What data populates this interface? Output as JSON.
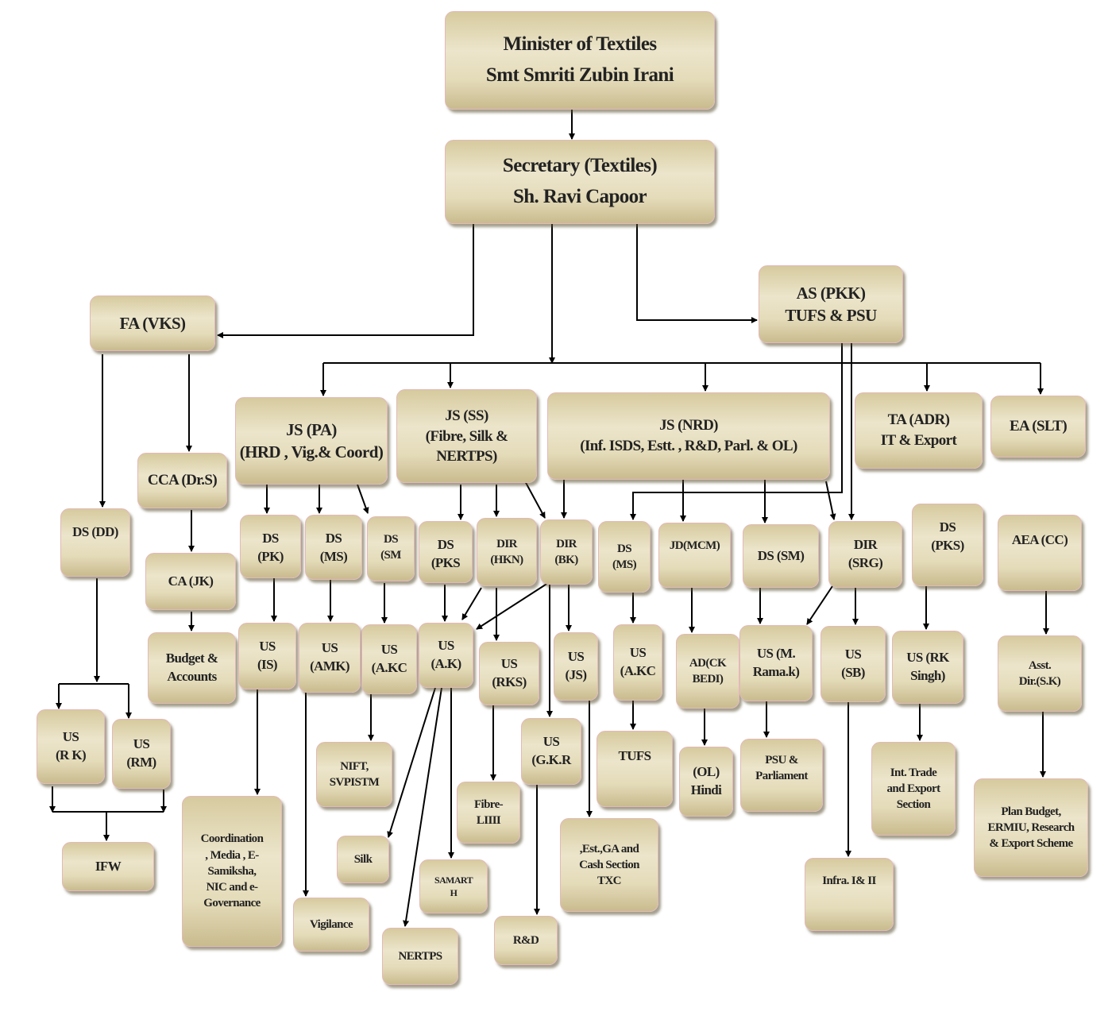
{
  "nodes": {
    "minister": "Minister of Textiles\nSmt Smriti Zubin Irani",
    "secretary": "Secretary (Textiles)\nSh. Ravi Capoor",
    "as": "AS (PKK)\nTUFS & PSU",
    "fa": "FA (VKS)",
    "js_pa": "JS (PA)\n(HRD , Vig.& Coord)",
    "js_ss": "JS (SS)\n(Fibre, Silk &\nNERTPS)",
    "js_nrd": "JS (NRD)\n(Inf. ISDS, Estt. , R&D, Parl. & OL)",
    "ta": "TA (ADR)\nIT & Export",
    "ea": "EA (SLT)",
    "cca": "CCA (Dr.S)",
    "ds_dd": "DS (DD)",
    "ca": "CA (JK)",
    "budget": "Budget &\nAccounts",
    "ds_pk": "DS\n(PK)",
    "ds_ms": "DS\n(MS)",
    "ds_sm": "DS\n(SM",
    "ds_pks": "DS\n(PKS",
    "dir_hkn": "DIR\n(HKN)",
    "dir_bk": "DIR\n(BK)",
    "ds_ms2": "DS\n(MS)",
    "jd_mcm": "JD(MCM)",
    "ds_sm2": "DS (SM)",
    "dir_srg": "DIR\n(SRG)",
    "ds_pks2": "DS\n(PKS)",
    "aea": "AEA (CC)",
    "us_is": "US\n(IS)",
    "us_amk": "US\n(AMK)",
    "us_akc": "US\n(A.KC",
    "us_ak": "US\n(A.K)",
    "us_rks": "US\n(RKS)",
    "us_js": "US\n(JS)",
    "us_akc2": "US\n(A.KC",
    "ad": "AD(CK\nBEDI)",
    "us_mrama": "US (M.\nRama.k)",
    "us_sb": "US\n(SB)",
    "us_rksingh": "US (RK\nSingh)",
    "asst": "Asst.\nDir.(S.K)",
    "us_rk": "US\n(R K)",
    "us_rm": "US\n(RM)",
    "ifw": "IFW",
    "coord": "Coordination\n, Media , E-\nSamiksha,\nNIC and e-\nGovernance",
    "nift": "NIFT,\nSVPISTM",
    "us_gkr": "US\n(G.K.R",
    "fibre": "Fibre-\nLIIII",
    "tufs": "TUFS",
    "ol": "(OL)\nHindi",
    "psu": "PSU &\nParliament",
    "int_trade": "Int. Trade\nand Export\nSection",
    "plan": "Plan Budget,\nERMIU, Research\n& Export Scheme",
    "silk": "Silk",
    "samarth": "SAMART\nH",
    "est": ",Est.,GA and\nCash Section\nTXC",
    "infra": "Infra. I& II",
    "vigilance": "Vigilance",
    "rd": "R&D",
    "nertps": "NERTPS"
  }
}
